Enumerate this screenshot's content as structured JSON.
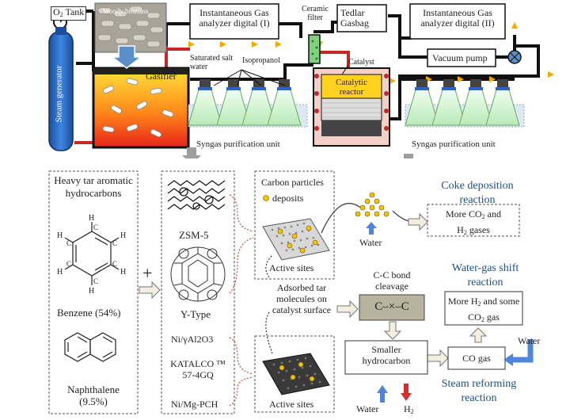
{
  "top": {
    "o2_tank": "O",
    "o2_tank_sub": "2",
    "o2_tank_tail": " Tank",
    "steam_generator": "Steam generator",
    "woody_biomass": "Woody biomass",
    "gasifier": "Gasifier",
    "analyzer_1": "Instantaneous Gas analyzer digital (I)",
    "analyzer_2": "Instantaneous Gas analyzer digital (II)",
    "ceramic_filter": "Ceramic filter",
    "tedlar_gasbag": "Tedlar Gasbag",
    "vacuum_pump": "Vacuum pump",
    "saturated_salt_water": "Saturated salt water",
    "isopropanol": "Isopropanol",
    "catalyst": "Catalyst",
    "catalytic_reactor": "Catalytic reactor",
    "purification_left": "Syngas purification unit",
    "purification_right": "Syngas purification unit"
  },
  "bottom": {
    "heavy_tar": "Heavy tar aromatic hydrocarbons",
    "benzene": "Benzene (54%)",
    "naphthalene": "Naphthalene (9.5%)",
    "plus": "+",
    "zsm5": "ZSM-5",
    "ytype": "Y-Type",
    "ni_al2o3": "Ni/γAl2O3",
    "katalco": "KATALCO ™ 57-4GQ",
    "ni_mg": "Ni/Mg-PCH",
    "carbon_particles": "Carbon particles",
    "deposits": "deposits",
    "active_sites_1": "Active sites",
    "active_sites_2": "Active sites",
    "adsorbed": "Adsorbed tar molecules on catalyst surface",
    "water_1": "Water",
    "coke_title": "Coke deposition reaction",
    "more_co2": "More CO",
    "more_co2_tail": " and",
    "h2_gases": " gases",
    "cc_bond": "C-C bond cleavage",
    "cc_glyph": "C–×–C",
    "smaller_hc": "Smaller hydrocarbon",
    "water_2": "Water",
    "h2": "H",
    "wgs_title": "Water-gas shift reaction",
    "more_h2": "More H",
    "more_h2_tail": " and some CO",
    "gas_tail": " gas",
    "co_gas": "CO gas",
    "water_3": "Water",
    "steam_title": "Steam reforming reaction"
  },
  "colors": {
    "accent_blue": "#1f4e8c",
    "pipe": "#111111",
    "hot_pipe": "#c62828",
    "arrow_gold": "#f5a800",
    "reactor_yellow": "#ffd21f"
  }
}
